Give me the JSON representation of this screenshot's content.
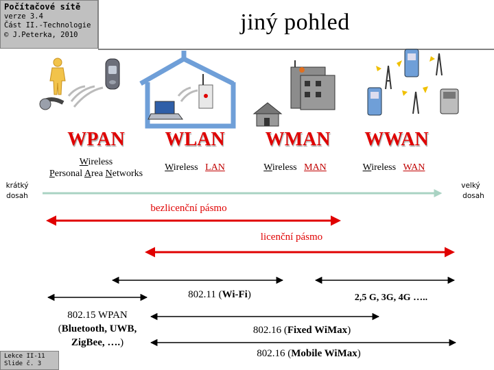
{
  "header": {
    "course_title": "Počítačové sítě",
    "version": "verze 3.4",
    "part": "Část II.-Technologie",
    "author": "© J.Peterka, 2010"
  },
  "page_title": "jiný pohled",
  "categories": [
    {
      "name": "WPAN",
      "sub_line1_prefix": "W",
      "sub_line1_rest": "ireless",
      "sub_line2": [
        {
          "u": "P",
          "t": "ersonal "
        },
        {
          "u": "A",
          "t": "rea "
        },
        {
          "u": "N",
          "t": "etworks"
        }
      ]
    },
    {
      "name": "WLAN",
      "w": "W",
      "wrest": "ireless",
      "abbr": "LAN"
    },
    {
      "name": "WMAN",
      "w": "W",
      "wrest": "ireless",
      "abbr": "MAN"
    },
    {
      "name": "WWAN",
      "w": "W",
      "wrest": "ireless",
      "abbr": "WAN"
    }
  ],
  "range_left": {
    "line1": "krátký",
    "line2": "dosah"
  },
  "range_right": {
    "line1": "velký",
    "line2": "dosah"
  },
  "bands": {
    "unlicensed": "bezlicenční pásmo",
    "licensed": "licenční pásmo"
  },
  "standards": {
    "wifi_prefix": "802.11 (",
    "wifi_bold": "Wi-Fi",
    "wifi_suffix": ")",
    "mobile_gen": "2,5 G, 3G, 4G …..",
    "wpan_line1": "802.15 WPAN",
    "wpan_line2_open": "(",
    "wpan_line2_bold": "Bluetooth, UWB,",
    "wpan_line3_bold": "ZigBee, ….",
    "wpan_line3_close": ")",
    "fixed_prefix": "802.16 (",
    "fixed_bold": "Fixed WiMax",
    "fixed_suffix": ")",
    "mobile_prefix": "802.16 (",
    "mobile_bold": "Mobile WiMax",
    "mobile_suffix": ")"
  },
  "footer": {
    "lecture": "Lekce II-11",
    "slide": "Slide č. 3"
  },
  "colors": {
    "red_arrow": "#e00000",
    "range_arrow": "#a9d3c3",
    "house": "#6f9fd8",
    "header_gray": "#c0c0c0"
  }
}
